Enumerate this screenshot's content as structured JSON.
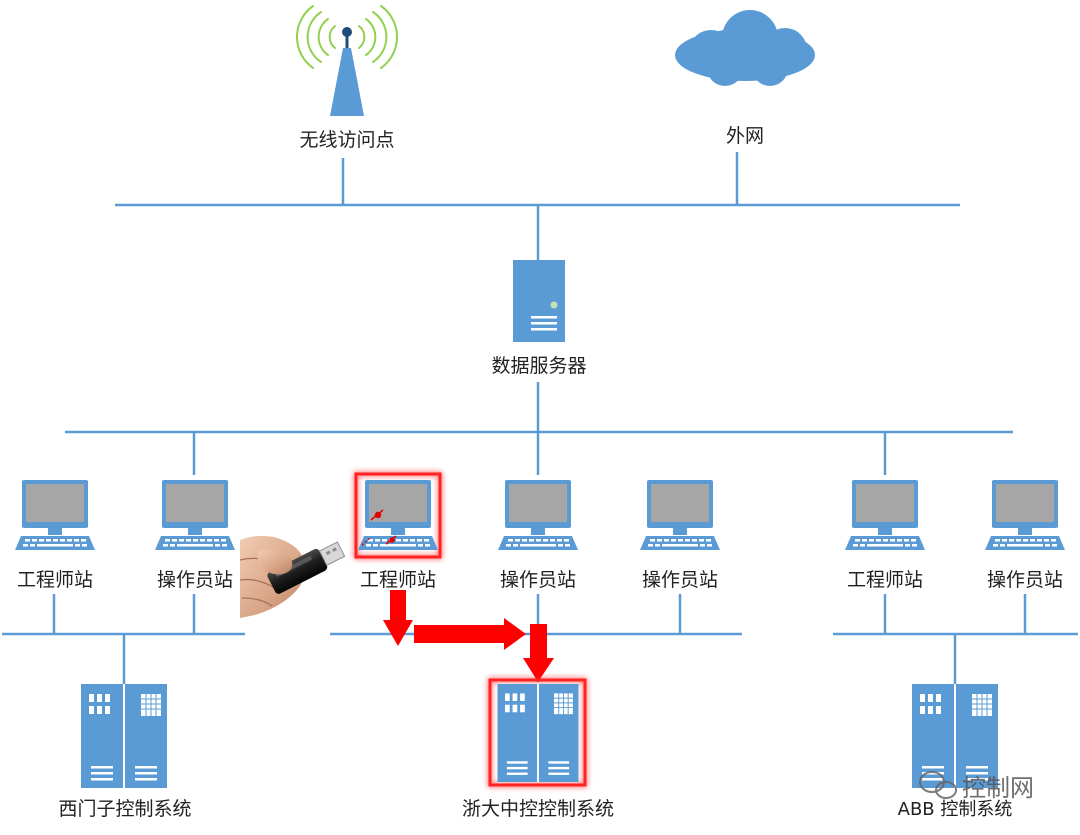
{
  "colors": {
    "line": "#5b9bd5",
    "device": "#5b9bd5",
    "screen": "#a6a6a6",
    "highlight": "#ff2020",
    "arrow": "#ff0000"
  },
  "top": {
    "wireless_ap_label": "无线访问点",
    "external_network_label": "外网"
  },
  "server": {
    "label": "数据服务器"
  },
  "workstations": [
    {
      "label": "工程师站",
      "icon": "computer-icon"
    },
    {
      "label": "操作员站",
      "icon": "computer-icon"
    },
    {
      "label": "工程师站",
      "icon": "computer-icon",
      "highlighted": true
    },
    {
      "label": "操作员站",
      "icon": "computer-icon"
    },
    {
      "label": "操作员站",
      "icon": "computer-icon"
    },
    {
      "label": "工程师站",
      "icon": "computer-icon"
    },
    {
      "label": "操作员站",
      "icon": "computer-icon"
    }
  ],
  "control_systems": [
    {
      "label": "西门子控制系统",
      "icon": "control-cabinet-icon"
    },
    {
      "label": "浙大中控控制系统",
      "icon": "control-cabinet-icon",
      "highlighted": true
    },
    {
      "label": "ABB 控制系统",
      "icon": "control-cabinet-icon"
    }
  ],
  "usb": {
    "icon": "usb-drive-in-hand-icon"
  },
  "watermark": {
    "text": "控制网",
    "icon": "wechat-icon"
  }
}
